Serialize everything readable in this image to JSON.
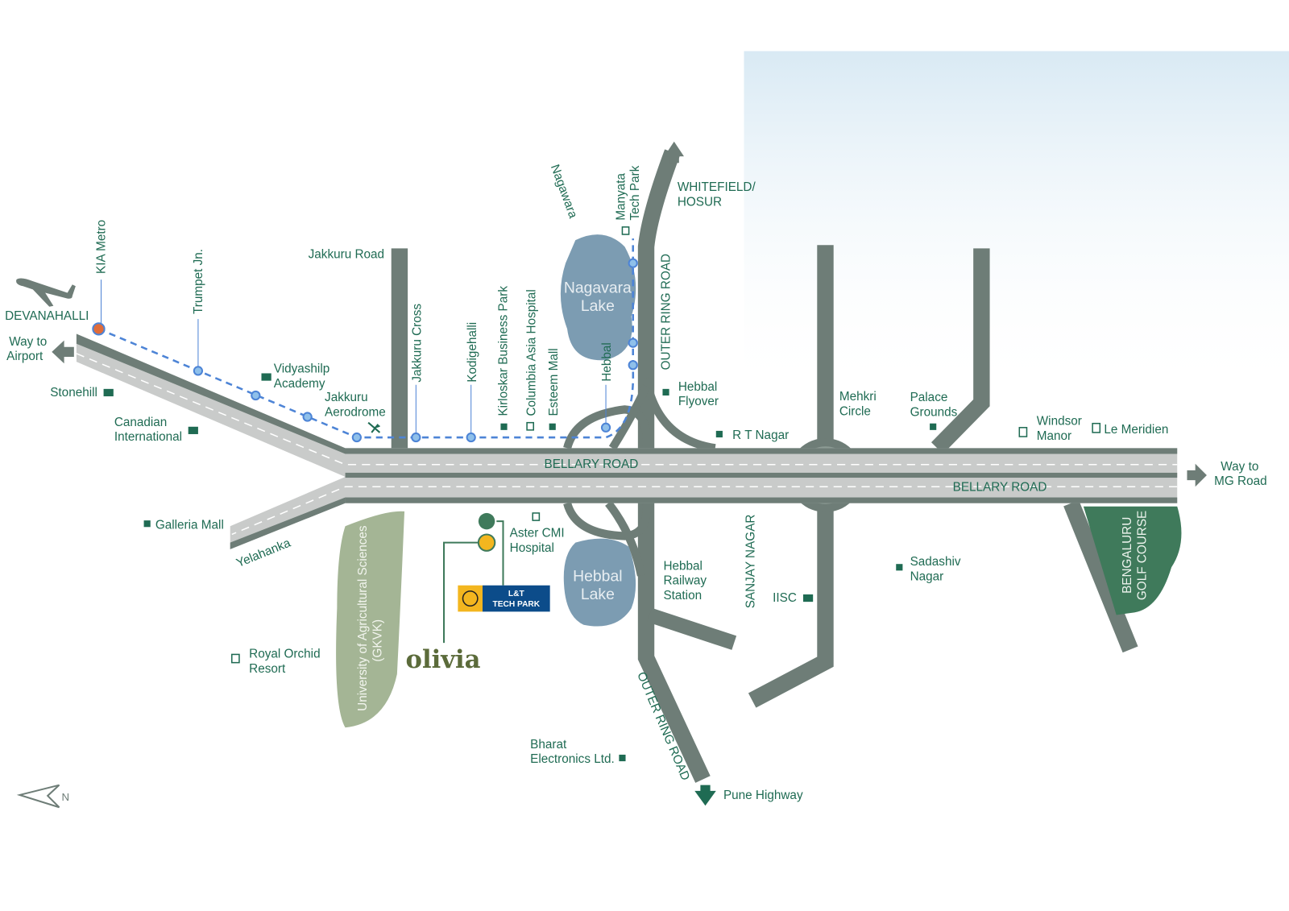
{
  "colors": {
    "road": "#6e7d77",
    "road_surface": "#c9cbca",
    "text": "#1f6b53",
    "metro": "#4d84d6",
    "lake": "#7c9cb2",
    "gkvk": "#a4b595",
    "golf": "#3f7a5b",
    "lt_yellow": "#f3b61f",
    "lt_blue": "#0c4c8a"
  },
  "places": {
    "devanahalli": "DEVANAHALLI",
    "way_airport_1": "Way to",
    "way_airport_2": "Airport",
    "kia_metro": "KIA Metro",
    "trumpet": "Trumpet Jn.",
    "stonehill": "Stonehill",
    "canadian_1": "Canadian",
    "canadian_2": "International",
    "vidyashilp_1": "Vidyashilp",
    "vidyashilp_2": "Academy",
    "jakkuru_aero_1": "Jakkuru",
    "jakkuru_aero_2": "Aerodrome",
    "jakkuru_road": "Jakkuru Road",
    "jakkuru_cross": "Jakkuru Cross",
    "kodigehalli": "Kodigehalli",
    "kirloskar": "Kirloskar Business Park",
    "columbia": "Columbia Asia Hospital",
    "esteem": "Esteem Mall",
    "hebbal": "Hebbal",
    "nagawara": "Nagawara",
    "manyata_1": "Manyata",
    "manyata_2": "Tech Park",
    "nagavara_lake_1": "Nagavara",
    "nagavara_lake_2": "Lake",
    "whitefield_1": "WHITEFIELD/",
    "whitefield_2": "HOSUR",
    "orr_top": "OUTER RING ROAD",
    "orr_bottom": "OUTER RING ROAD",
    "hebbal_flyover_1": "Hebbal",
    "hebbal_flyover_2": "Flyover",
    "rt_nagar": "R T Nagar",
    "mekhri_1": "Mehkri",
    "mekhri_2": "Circle",
    "palace_1": "Palace",
    "palace_2": "Grounds",
    "windsor_1": "Windsor",
    "windsor_2": "Manor",
    "le_meridien": "Le Meridien",
    "way_mg_1": "Way to",
    "way_mg_2": "MG Road",
    "bellary_1": "BELLARY ROAD",
    "bellary_2": "BELLARY ROAD",
    "galleria": "Galleria Mall",
    "yelahanka": "Yelahanka",
    "gkvk_1": "University of Agricultural Sciences",
    "gkvk_2": "(GKVK)",
    "aster_1": "Aster CMI",
    "aster_2": "Hospital",
    "lt_1": "L&T",
    "lt_2": "TECH PARK",
    "olivia": "olivia",
    "hebbal_lake_1": "Hebbal",
    "hebbal_lake_2": "Lake",
    "railway_1": "Hebbal",
    "railway_2": "Railway",
    "railway_3": "Station",
    "sanjay": "SANJAY NAGAR",
    "iisc": "IISC",
    "sadashiv_1": "Sadashiv",
    "sadashiv_2": "Nagar",
    "golf_1": "BENGALURU",
    "golf_2": "GOLF COURSE",
    "royal_1": "Royal Orchid",
    "royal_2": "Resort",
    "bel_1": "Bharat",
    "bel_2": "Electronics Ltd.",
    "pune": "Pune Highway",
    "north": "N"
  }
}
